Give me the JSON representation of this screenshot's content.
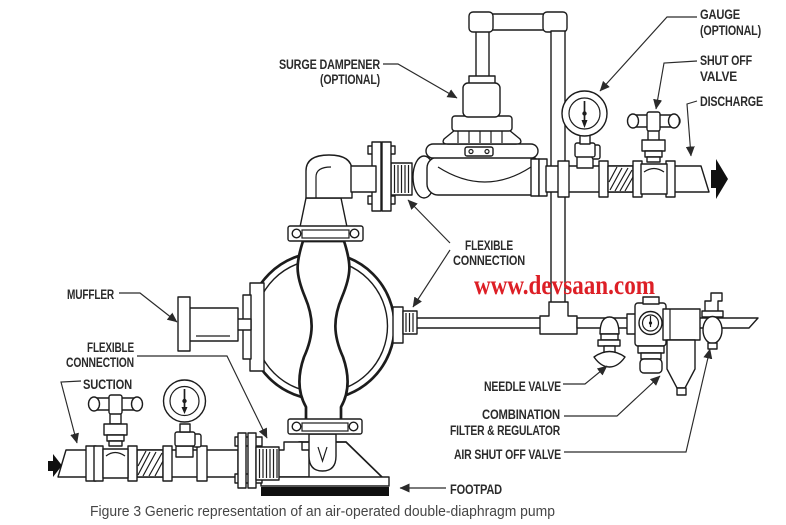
{
  "diagram": {
    "caption": "Figure 3 Generic representation of an air-operated double-diaphragm pump",
    "watermark": "www.devsaan.com",
    "colors": {
      "line": "#1c1c1c",
      "label": "#2b2b2b",
      "caption": "#454545",
      "watermark": "#dd1f26",
      "background": "#ffffff",
      "footpad_fill": "#101010"
    },
    "labels": {
      "gauge": {
        "line1": "GAUGE",
        "line2": "(OPTIONAL)"
      },
      "shut_off_valve": {
        "line1": "SHUT OFF",
        "line2": "VALVE"
      },
      "discharge": {
        "line1": "DISCHARGE"
      },
      "surge_dampener": {
        "line1": "SURGE DAMPENER",
        "line2": "(OPTIONAL)"
      },
      "flexible_connection_right": {
        "line1": "FLEXIBLE",
        "line2": "CONNECTION"
      },
      "muffler": {
        "line1": "MUFFLER"
      },
      "flexible_connection_left": {
        "line1": "FLEXIBLE",
        "line2": "CONNECTION"
      },
      "suction": {
        "line1": "SUCTION"
      },
      "needle_valve": {
        "line1": "NEEDLE VALVE"
      },
      "combination_filter_regulator": {
        "line1": "COMBINATION",
        "line2": "FILTER & REGULATOR"
      },
      "air_shut_off_valve": {
        "line1": "AIR SHUT OFF VALVE"
      },
      "footpad": {
        "line1": "FOOTPAD"
      }
    }
  }
}
